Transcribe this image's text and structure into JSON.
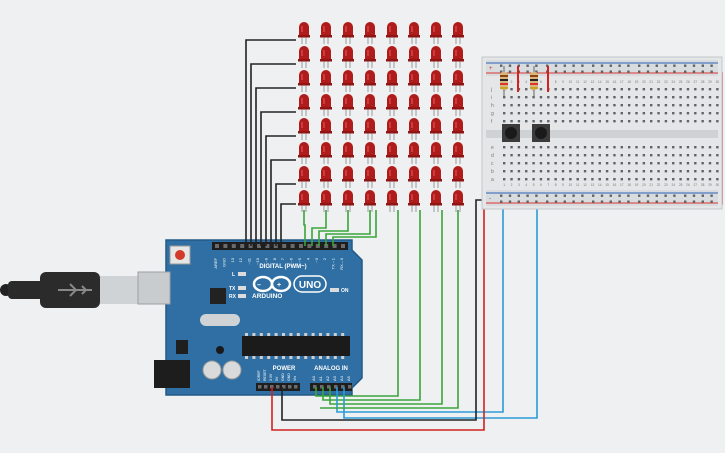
{
  "canvas": {
    "background": "#eef0f1"
  },
  "arduino": {
    "brand_label": "ARDUINO",
    "model_label": "UNO",
    "digital_header_label": "DIGITAL (PWM~)",
    "power_label": "POWER",
    "analog_label": "ANALOG IN",
    "on_label": "ON",
    "tx_label": "TX",
    "rx_label": "RX",
    "l_label": "L",
    "board_color": "#2f6fa3",
    "digital_pin_labels": [
      "AREF",
      "GND",
      "13",
      "12",
      "~11",
      "~10",
      "~9",
      "8",
      "7",
      "~6",
      "~5",
      "4",
      "~3",
      "2",
      "TX→1",
      "RX←0"
    ],
    "power_pin_labels": [
      "IOREF",
      "RESET",
      "3.3V",
      "5V",
      "GND",
      "GND",
      "Vin"
    ],
    "analog_pin_labels": [
      "A0",
      "A1",
      "A2",
      "A3",
      "A4",
      "A5"
    ]
  },
  "led_matrix": {
    "rows": 8,
    "cols": 8,
    "led_color": "#b01c1c"
  },
  "breadboard": {
    "column_numbers": [
      "1",
      "2",
      "3",
      "4",
      "5",
      "6",
      "7",
      "8",
      "9",
      "10",
      "11",
      "12",
      "13",
      "14",
      "15",
      "16",
      "17",
      "18",
      "19",
      "20",
      "21",
      "22",
      "23",
      "24",
      "25",
      "26",
      "27",
      "28",
      "29",
      "30"
    ],
    "row_letters_top": [
      "j",
      "i",
      "h",
      "g",
      "f"
    ],
    "row_letters_bottom": [
      "e",
      "d",
      "c",
      "b",
      "a"
    ],
    "rail_plus": "+",
    "rail_minus": "-"
  },
  "wires": {
    "ground_color": "#222222",
    "power_color": "#d42020",
    "digital_color": "#3aa53a",
    "signal_color": "#2a9bd8"
  },
  "components": {
    "resistor_count": 2,
    "pushbutton_count": 2
  }
}
